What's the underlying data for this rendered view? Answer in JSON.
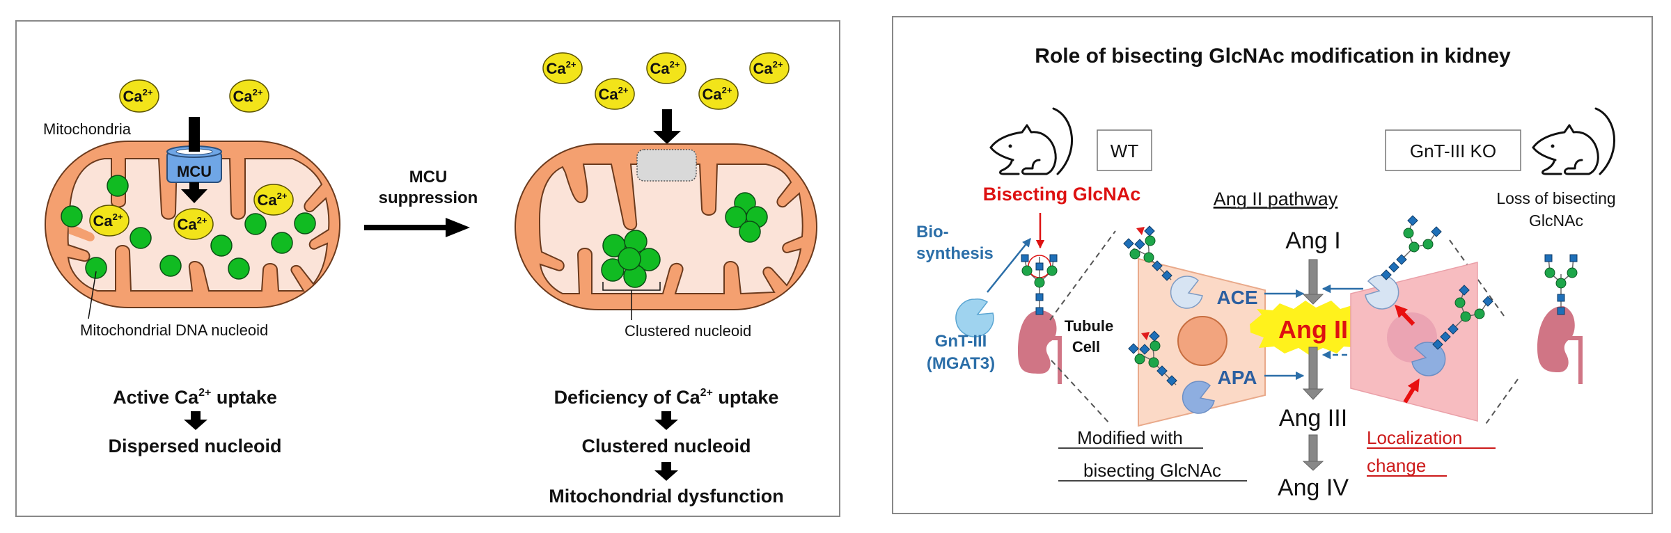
{
  "left_panel": {
    "label_mitochondria": "Mitochondria",
    "mcu_label": "MCU",
    "ion_base": "Ca",
    "ion_charge": "2+",
    "label_nucleoid": "Mitochondrial DNA nucleoid",
    "transition_line1": "MCU",
    "transition_line2": "suppression",
    "label_clustered": "Clustered nucleoid",
    "left_flow": {
      "line1_pre": "Active Ca",
      "line1_sup": "2+",
      "line1_post": " uptake",
      "line2": "Dispersed nucleoid"
    },
    "right_flow": {
      "line1_pre": "Deficiency of Ca",
      "line1_sup": "2+",
      "line1_post": " uptake",
      "line2": "Clustered nucleoid",
      "line3": "Mitochondrial dysfunction"
    }
  },
  "right_panel": {
    "title": "Role of bisecting GlcNAc modification in kidney",
    "wt_label": "WT",
    "ko_label": "GnT-III KO",
    "bisecting_label": "Bisecting GlcNAc",
    "biosynthesis_line1": "Bio-",
    "biosynthesis_line2": "synthesis",
    "enzyme_line1": "GnT-III",
    "enzyme_line2": "(MGAT3)",
    "tubule_line1": "Tubule",
    "tubule_line2": "Cell",
    "ace_label": "ACE",
    "apa_label": "APA",
    "pathway_title": "Ang II pathway",
    "pathway_steps": [
      "Ang I",
      "Ang II",
      "Ang III",
      "Ang IV"
    ],
    "modified_line1": "Modified with",
    "modified_line2": "bisecting GlcNAc",
    "localization_line1": "Localization",
    "localization_line2": "change",
    "loss_line1": "Loss of bisecting",
    "loss_line2": "GlcNAc"
  },
  "colors": {
    "mito_outer": "#f4a070",
    "mito_inner": "#fbe3d8",
    "nucleoid_green": "#11bb22",
    "ion_yellow": "#f2e41a",
    "mcu_blue": "#6fa6e6",
    "accent_red": "#dd1111",
    "accent_blue": "#2b6ea8",
    "glycan_blue": "#1e6fb8",
    "glycan_green": "#1ea64a",
    "kidney_pink": "#d07585",
    "cell_peach": "#fbd9c6",
    "cell_pink": "#f7bcc0",
    "ang2_yellow": "#fff21c"
  }
}
